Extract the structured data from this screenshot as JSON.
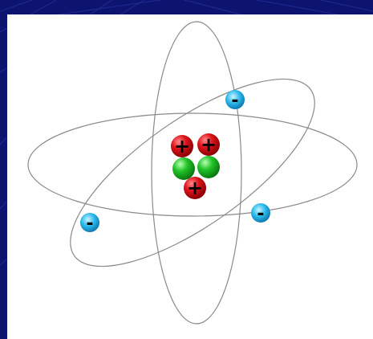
{
  "diagram": {
    "kind": "atom-model",
    "colors": {
      "background": "#0d1470",
      "panel": "#ffffff",
      "orbit": "#8a8a8a",
      "proton": "#e0141b",
      "neutron": "#22c42a",
      "electron": "#2ab8ea"
    },
    "protons": [
      {
        "symbol": "+",
        "icon": "plus-sign"
      },
      {
        "symbol": "+",
        "icon": "plus-sign"
      },
      {
        "symbol": "+",
        "icon": "plus-sign"
      }
    ],
    "neutrons": [
      {
        "icon": "neutron-ball"
      },
      {
        "icon": "neutron-ball"
      }
    ],
    "electrons": [
      {
        "symbol": "-",
        "icon": "minus-sign"
      },
      {
        "symbol": "-",
        "icon": "minus-sign"
      },
      {
        "symbol": "-",
        "icon": "minus-sign"
      }
    ],
    "orbit_count": 3
  }
}
